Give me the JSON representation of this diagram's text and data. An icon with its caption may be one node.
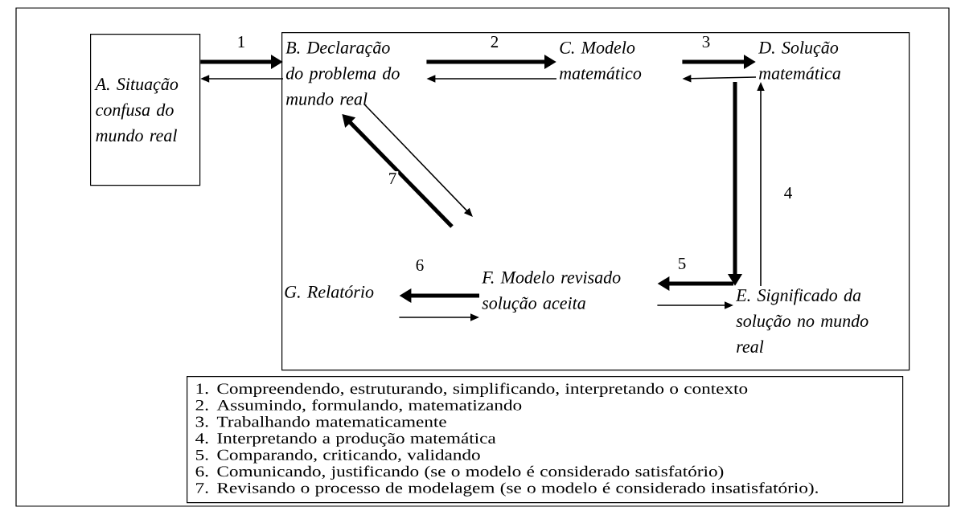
{
  "diagram": {
    "nodes": [
      {
        "text": [
          "A. Situação confusa do mundo real"
        ]
      },
      {
        "text": [],
        "shape": "box"
      },
      {
        "text": [
          "B. Declaração do problema do mundo real"
        ],
        "in": 1
      },
      {
        "text": [
          "C. Modelo matemático"
        ],
        "in": 1
      },
      {
        "text": [
          "D. Solução matemática"
        ],
        "in": 1
      },
      {
        "text": [
          "E. Significado da solução no mundo real"
        ],
        "in": 1
      },
      {
        "text": [
          "F. Modelo revisado solução aceita"
        ],
        "in": 1
      },
      {
        "text": [
          "G. Relatório"
        ],
        "in": 1
      },
      {
        "text": [
          "1. Compreendendo, estruturando, simplificando, interpretando o contexto",
          "2. Assumindo, formulando, matematizando",
          "3. Trabalhando matematicamente",
          "4. Interpretando a produção matemática",
          "5. Comparando, criticando, validando",
          "6. Comunicando, justificando (se o modelo é considerado satisfatório)",
          "7. Revisando o processo de modelagem (se o modelo é considerado insatisfatório)."
        ]
      }
    ],
    "edges": [
      {
        "from": 0,
        "to": 2,
        "arrow": "to",
        "style": "thick",
        "label": "1"
      },
      {
        "from": 2,
        "to": 0,
        "arrow": "to"
      },
      {
        "from": 2,
        "to": 3,
        "arrow": "to",
        "style": "thick",
        "label": "2"
      },
      {
        "from": 3,
        "to": 2,
        "arrow": "to"
      },
      {
        "from": 3,
        "to": 4,
        "arrow": "to",
        "style": "thick",
        "label": "3"
      },
      {
        "from": 4,
        "to": 3,
        "arrow": "to"
      },
      {
        "from": 4,
        "to": 5,
        "arrow": "to",
        "style": "thick"
      },
      {
        "from": 5,
        "to": 4,
        "arrow": "to",
        "label": "4"
      },
      {
        "from": 5,
        "to": 6,
        "arrow": "to",
        "style": "thick",
        "label": "5"
      },
      {
        "from": 6,
        "to": 5,
        "arrow": "to"
      },
      {
        "from": 6,
        "to": 7,
        "arrow": "to",
        "style": "thick",
        "label": "6"
      },
      {
        "from": 7,
        "to": 6,
        "arrow": "to"
      },
      {
        "from": 6,
        "to": 2,
        "arrow": "to",
        "style": "thick",
        "label": "7"
      },
      {
        "from": 2,
        "to": 6,
        "arrow": "to"
      }
    ]
  }
}
